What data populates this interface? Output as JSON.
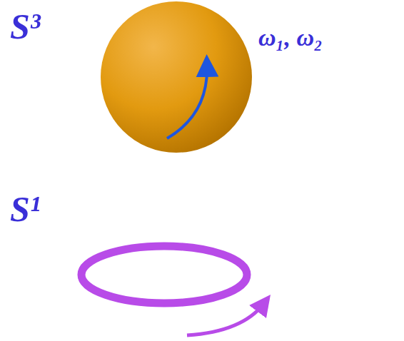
{
  "diagram": {
    "labels": [
      "S³",
      "ω₁, ω₂",
      "S¹"
    ]
  }
}
